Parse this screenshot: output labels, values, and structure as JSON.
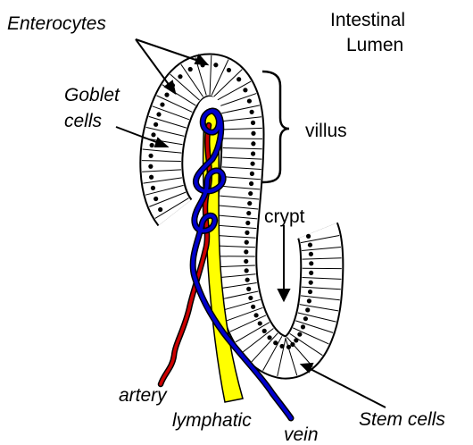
{
  "labels": {
    "enterocytes": "Enterocytes",
    "intestinal_line1": "Intestinal",
    "intestinal_line2": "Lumen",
    "goblet_line1": "Goblet",
    "goblet_line2": "cells",
    "villus": "villus",
    "crypt": "crypt",
    "artery": "artery",
    "lymphatic": "lymphatic",
    "vein": "vein",
    "stem_cells": "Stem cells"
  },
  "colors": {
    "epithelium_fill": "#ffffff",
    "epithelium_stroke": "#000000",
    "nucleus": "#000000",
    "lymphatic": "#ffff00",
    "artery": "#cc0000",
    "vein": "#0000cc"
  }
}
